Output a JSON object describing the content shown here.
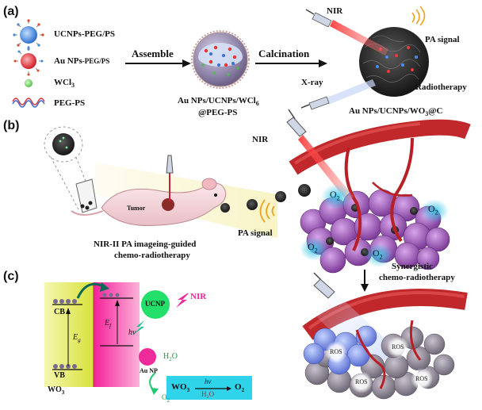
{
  "panels": {
    "a": "(a)",
    "b": "(b)",
    "c": "(c)"
  },
  "legend": {
    "ucnps": "UCNPs-PEG/PS",
    "au_np_prefix": "Au NPs",
    "au_np_suffix": "-PEG/PS",
    "wcl_prefix": "WCl",
    "wcl_sub": "3",
    "pegps": "PEG-PS"
  },
  "steps": {
    "assemble": "Assemble",
    "calcination": "Calcination",
    "intermediate_line1": "Au NPs/UCNPs/WCl",
    "intermediate_line1_sub": "6",
    "intermediate_line2": "@PEG-PS",
    "product_prefix": "Au NPs/UCNPs/WO",
    "product_sub": "3",
    "product_suffix": "@C"
  },
  "panel_a_labels": {
    "nir": "NIR",
    "pa_signal": "PA signal",
    "xray": "X-ray",
    "radiotherapy": "Radiotherapy"
  },
  "panel_b_labels": {
    "nir": "NIR",
    "tumor": "Tumor",
    "pa_signal": "PA signal",
    "caption_line1": "NIR-II PA imageing-guided",
    "caption_line2": "chemo-radiotherapy",
    "synergy_line1": "Synergistic",
    "synergy_line2": "chemo-radiotherapy",
    "o2": "O",
    "o2_sub": "2"
  },
  "panel_c_labels": {
    "cb": "CB",
    "vb": "VB",
    "eg": "E",
    "eg_sub": "g",
    "ef": "E",
    "ef_sub": "f",
    "hv": "hν",
    "wo3": "WO",
    "wo3_sub": "3",
    "ucnp": "UCNP",
    "nir": "NIR",
    "au_np": "Au NP",
    "h2o": "H",
    "h2o_sub": "2",
    "h2o_tail": "O",
    "o2": "O",
    "o2_sub": "2",
    "reaction_reactant": "WO",
    "reaction_reactant_sub": "3",
    "reaction_above": "hν",
    "reaction_below": "H₂O",
    "reaction_product": "O",
    "reaction_product_sub": "2"
  },
  "ros_label": "ROS",
  "colors": {
    "tumor_purple": "#9b59b6",
    "vessel_red": "#c0282b",
    "nir_beam": "#e84a4a",
    "wo3_yellow": "#e5ec5e",
    "au_pink": "#ef2a9a",
    "ucnp_green": "#22e06a",
    "cyan_box": "#2fd3ea",
    "o2_glow": "#39c8e8"
  }
}
